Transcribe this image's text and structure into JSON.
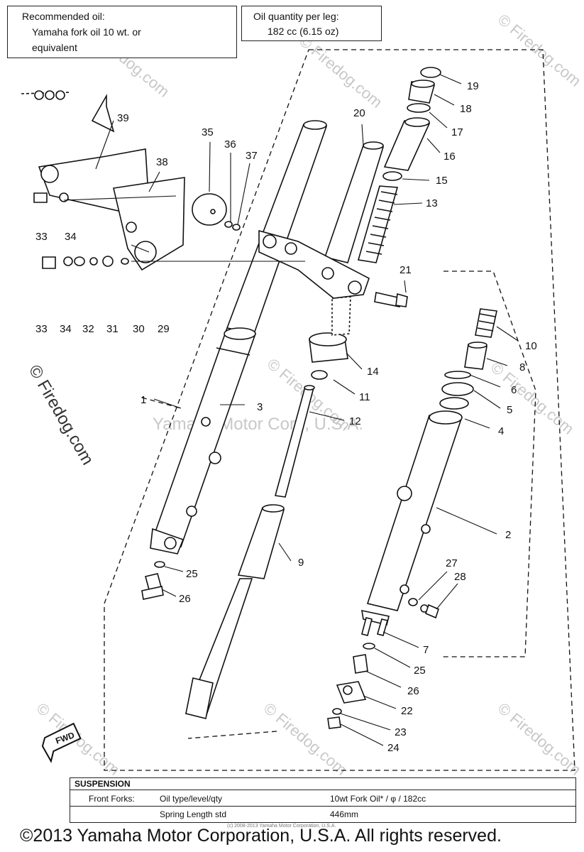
{
  "oil_box": {
    "title": "Recommended oil:",
    "line1": "Yamaha fork oil 10 wt. or",
    "line2": "equivalent"
  },
  "quantity_box": {
    "title": "Oil quantity per leg:",
    "value": "182 cc (6.15 oz)"
  },
  "part_labels": [
    "1",
    "2",
    "3",
    "4",
    "5",
    "6",
    "7",
    "8",
    "9",
    "10",
    "11",
    "12",
    "13",
    "14",
    "15",
    "16",
    "17",
    "18",
    "19",
    "20",
    "21",
    "22",
    "23",
    "24",
    "25",
    "25",
    "26",
    "26",
    "27",
    "28",
    "29",
    "30",
    "31",
    "32",
    "33",
    "33",
    "34",
    "34",
    "35",
    "36",
    "37",
    "38",
    "39"
  ],
  "watermark": {
    "firedog": "© Firedog.com",
    "yamaha": "Yamaha Motor Corp, U.S.A."
  },
  "fwd_badge": "FWD",
  "spec_table": {
    "header": "SUSPENSION",
    "row1_label": "Front Forks:",
    "row1_item": "Oil type/level/qty",
    "row1_value": "10wt Fork Oil* / φ / 182cc",
    "row2_item": "Spring Length  std",
    "row2_value": "446mm"
  },
  "tiny_note": "(c) 2008-2013 Yamaha Motor Corporation, U.S.A.",
  "copyright": "©2013 Yamaha Motor Corporation, U.S.A. All rights reserved."
}
